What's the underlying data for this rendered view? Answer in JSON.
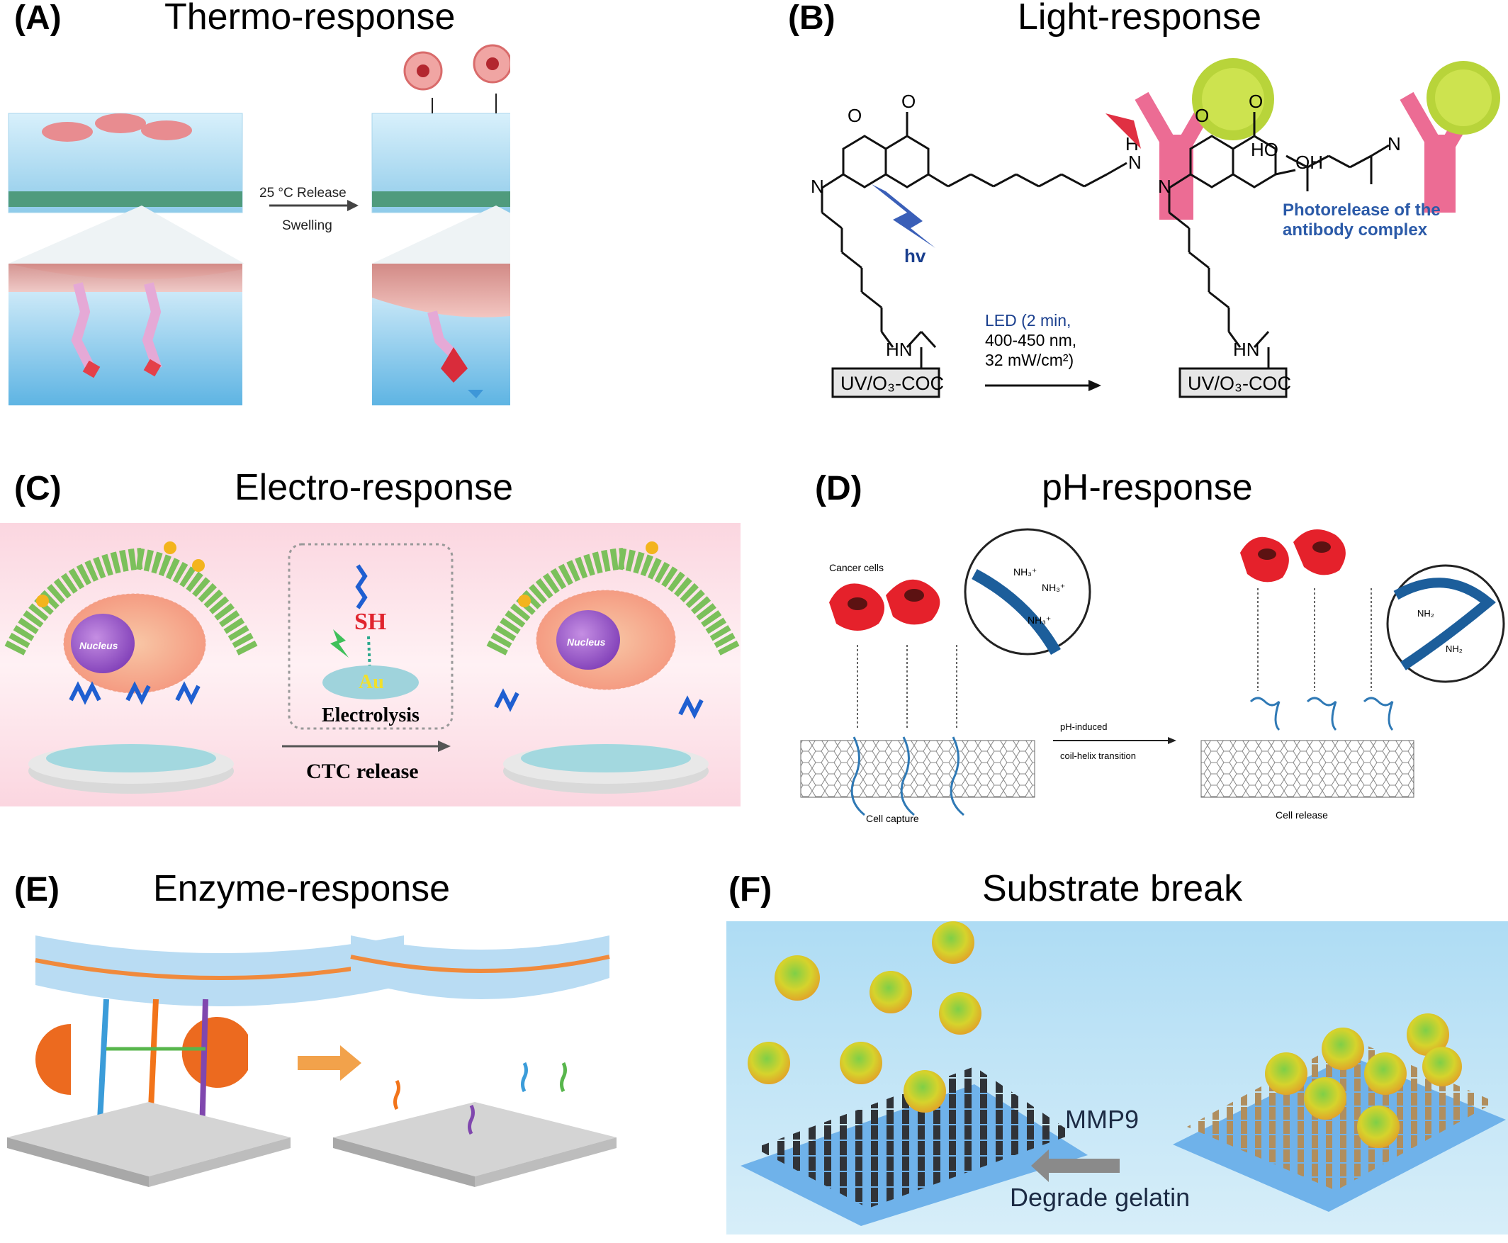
{
  "panels": {
    "A": {
      "label": "(A)",
      "title": "Thermo-response",
      "arrow_top": "25 °C Release",
      "arrow_bottom": "Swelling"
    },
    "B": {
      "label": "(B)",
      "title": "Light-response",
      "hv": "hv",
      "photorelease_line1": "Photorelease of the",
      "photorelease_line2": "antibody complex",
      "led_line1": "LED (2 min,",
      "led_line2": "400-450 nm,",
      "led_line3": "32 mW/cm²)",
      "substrate_left": "UV/O₃-COC",
      "substrate_right": "UV/O₃-COC",
      "atoms": {
        "O": "O",
        "N": "N",
        "H": "H",
        "OH": "OH",
        "HO": "HO",
        "HN": "HN"
      }
    },
    "C": {
      "label": "(C)",
      "title": "Electro-response",
      "nucleus": "Nucleus",
      "sh": "SH",
      "au": "Au",
      "electrolysis": "Electrolysis",
      "ctc_release": "CTC release"
    },
    "D": {
      "label": "(D)",
      "title": "pH-response",
      "cancer_cells": "Cancer cells",
      "nh": "NH",
      "nh3": "NH₃⁺",
      "nh2": "NH₂",
      "ph_line1": "pH-induced",
      "ph_line2": "coil-helix transition",
      "cell_capture": "Cell capture",
      "cell_release": "Cell release"
    },
    "E": {
      "label": "(E)",
      "title": "Enzyme-response"
    },
    "F": {
      "label": "(F)",
      "title": "Substrate break",
      "mmp9": "MMP9",
      "degrade": "Degrade gelatin"
    }
  }
}
